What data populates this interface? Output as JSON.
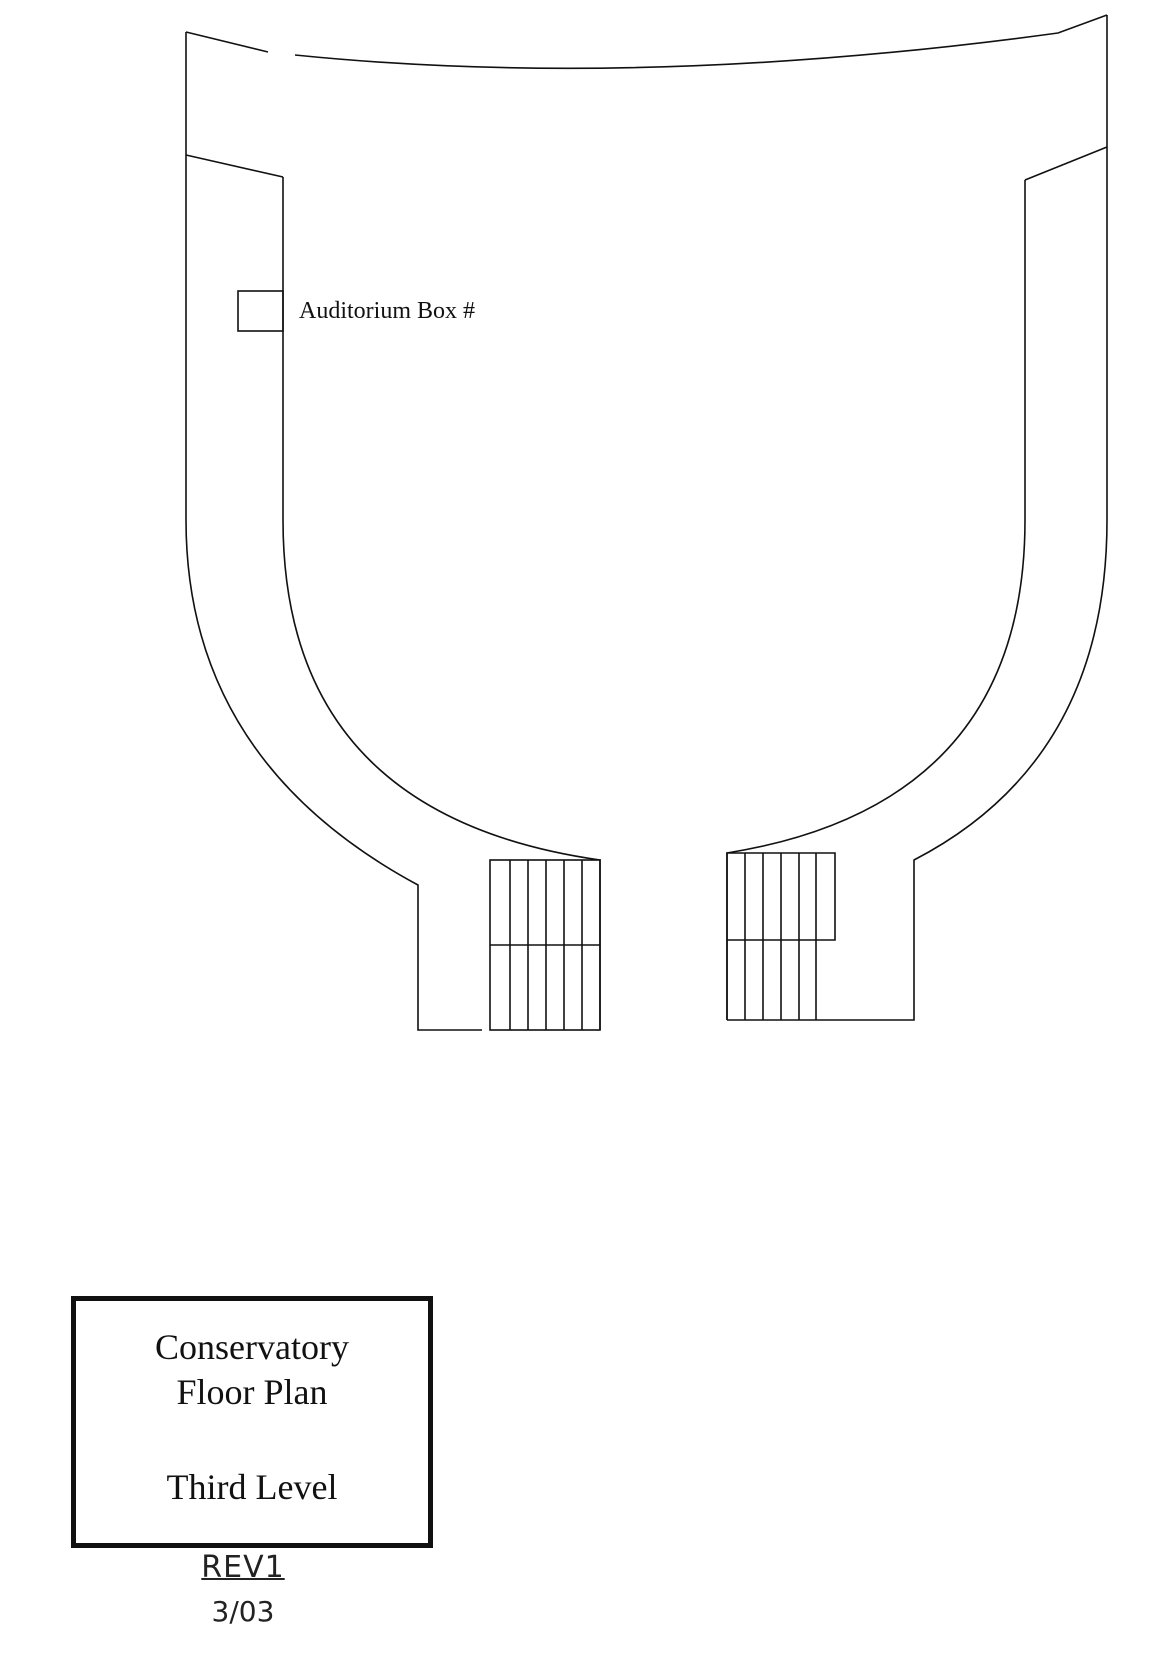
{
  "labels": {
    "box_callout": "Auditorium Box #"
  },
  "title_block": {
    "line1": "Conservatory",
    "line2": "Floor Plan",
    "line3": "Third Level"
  },
  "revision": {
    "line1": "REV1",
    "line2": "3/03"
  },
  "colors": {
    "ink": "#111111",
    "paper": "#ffffff"
  }
}
